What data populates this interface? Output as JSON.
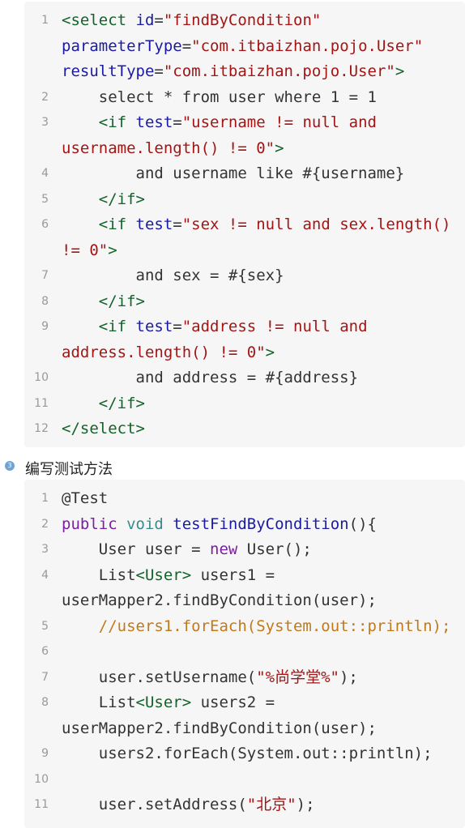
{
  "block1": {
    "lines": [
      {
        "n": "1",
        "parts": [
          [
            "tag",
            "<select "
          ],
          [
            "attr",
            "id"
          ],
          [
            "op",
            "="
          ],
          [
            "str",
            "\"findByCondition\""
          ]
        ]
      },
      {
        "n": "",
        "parts": [
          [
            "attr",
            "parameterType"
          ],
          [
            "op",
            "="
          ],
          [
            "str",
            "\"com.itbaizhan.pojo.User\""
          ]
        ]
      },
      {
        "n": "",
        "parts": [
          [
            "attr",
            "resultType"
          ],
          [
            "op",
            "="
          ],
          [
            "str",
            "\"com.itbaizhan.pojo.User\""
          ],
          [
            "tag",
            ">"
          ]
        ]
      },
      {
        "n": "2",
        "parts": [
          [
            "op",
            "    select * from user where 1 = 1"
          ]
        ]
      },
      {
        "n": "3",
        "parts": [
          [
            "tag",
            "    <if "
          ],
          [
            "attr",
            "test"
          ],
          [
            "op",
            "="
          ],
          [
            "str",
            "\"username != null and"
          ]
        ]
      },
      {
        "n": "",
        "parts": [
          [
            "str",
            "username.length() != 0\""
          ],
          [
            "tag",
            ">"
          ]
        ]
      },
      {
        "n": "4",
        "parts": [
          [
            "op",
            "        and username like #{username}"
          ]
        ]
      },
      {
        "n": "5",
        "parts": [
          [
            "tag",
            "    </if>"
          ]
        ]
      },
      {
        "n": "6",
        "parts": [
          [
            "tag",
            "    <if "
          ],
          [
            "attr",
            "test"
          ],
          [
            "op",
            "="
          ],
          [
            "str",
            "\"sex != null and sex.length()"
          ]
        ]
      },
      {
        "n": "",
        "parts": [
          [
            "str",
            "!= 0\""
          ],
          [
            "tag",
            ">"
          ]
        ]
      },
      {
        "n": "7",
        "parts": [
          [
            "op",
            "        and sex = #{sex}"
          ]
        ]
      },
      {
        "n": "8",
        "parts": [
          [
            "tag",
            "    </if>"
          ]
        ]
      },
      {
        "n": "9",
        "parts": [
          [
            "tag",
            "    <if "
          ],
          [
            "attr",
            "test"
          ],
          [
            "op",
            "="
          ],
          [
            "str",
            "\"address != null and"
          ]
        ]
      },
      {
        "n": "",
        "parts": [
          [
            "str",
            "address.length() != 0\""
          ],
          [
            "tag",
            ">"
          ]
        ]
      },
      {
        "n": "10",
        "parts": [
          [
            "op",
            "        and address = #{address}"
          ]
        ]
      },
      {
        "n": "11",
        "parts": [
          [
            "tag",
            "    </if>"
          ]
        ]
      },
      {
        "n": "12",
        "parts": [
          [
            "tag",
            "</select>"
          ]
        ]
      }
    ]
  },
  "step": {
    "num": "3",
    "label": "编写测试方法"
  },
  "block2": {
    "lines": [
      {
        "n": "1",
        "parts": [
          [
            "op",
            "@Test"
          ]
        ]
      },
      {
        "n": "2",
        "parts": [
          [
            "kw",
            "public "
          ],
          [
            "type",
            "void "
          ],
          [
            "fn",
            "testFindByCondition"
          ],
          [
            "op",
            "(){"
          ]
        ]
      },
      {
        "n": "3",
        "parts": [
          [
            "op",
            "    User user = "
          ],
          [
            "kw",
            "new "
          ],
          [
            "op",
            "User();"
          ]
        ]
      },
      {
        "n": "4",
        "parts": [
          [
            "op",
            "    List"
          ],
          [
            "tag",
            "<User>"
          ],
          [
            "op",
            " users1 ="
          ]
        ]
      },
      {
        "n": "",
        "parts": [
          [
            "op",
            "userMapper2.findByCondition(user);"
          ]
        ]
      },
      {
        "n": "5",
        "parts": [
          [
            "cmt",
            "    //users1.forEach(System.out::println);"
          ]
        ]
      },
      {
        "n": "6",
        "parts": [
          [
            "op",
            ""
          ]
        ]
      },
      {
        "n": "7",
        "parts": [
          [
            "op",
            "    user.setUsername("
          ],
          [
            "str",
            "\"%尚学堂%\""
          ],
          [
            "op",
            ");"
          ]
        ]
      },
      {
        "n": "8",
        "parts": [
          [
            "op",
            "    List"
          ],
          [
            "tag",
            "<User>"
          ],
          [
            "op",
            " users2 ="
          ]
        ]
      },
      {
        "n": "",
        "parts": [
          [
            "op",
            "userMapper2.findByCondition(user);"
          ]
        ]
      },
      {
        "n": "9",
        "parts": [
          [
            "op",
            "    users2.forEach(System.out::println);"
          ]
        ]
      },
      {
        "n": "10",
        "parts": [
          [
            "op",
            ""
          ]
        ]
      },
      {
        "n": "11",
        "parts": [
          [
            "op",
            "    user.setAddress("
          ],
          [
            "str",
            "\"北京\""
          ],
          [
            "op",
            ");"
          ]
        ]
      }
    ]
  }
}
